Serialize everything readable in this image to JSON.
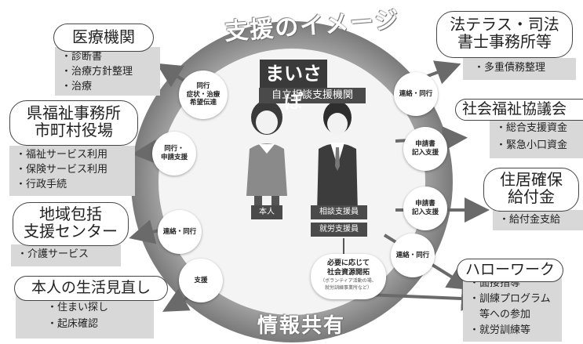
{
  "title": "支援のイメージ",
  "footer": "情報共有",
  "center": {
    "org_title": "まいさぽ",
    "org_sub": "自立相談支援機関",
    "person_label": "本人",
    "staff_label_1": "相談支援員",
    "staff_label_2": "就労支援員",
    "resource_title_1": "必要に応じて",
    "resource_title_2": "社会資源開拓",
    "resource_note_1": "（ボランティア活動の場、",
    "resource_note_2": "就労訓練事業所など）"
  },
  "left": [
    {
      "name": "医療機関",
      "items": [
        "・診断書",
        "・治療方針整理",
        "・治療"
      ],
      "connector": "同行\n症状・治療\n希望伝達"
    },
    {
      "name_1": "県福祉事務所",
      "name_2": "市町村役場",
      "items": [
        "・福祉サービス利用",
        "・保険サービス利用",
        "・行政手続"
      ],
      "connector": "同行・\n申請支援"
    },
    {
      "name_1": "地域包括",
      "name_2": "支援センター",
      "items": [
        "・介護サービス"
      ],
      "connector": "連絡・同行"
    },
    {
      "name": "本人の生活見直し",
      "items": [
        "・住まい探し",
        "・起床確認"
      ],
      "connector": "支援"
    }
  ],
  "right": [
    {
      "name_1": "法テラス・司法",
      "name_2": "書士事務所等",
      "items": [
        "・多重債務整理"
      ],
      "connector": "連絡・同行"
    },
    {
      "name": "社会福祉協議会",
      "items": [
        "・総合支援資金",
        "・緊急小口資金"
      ],
      "connector": "申請書\n記入支援"
    },
    {
      "name_1": "住居確保",
      "name_2": "給付金",
      "items": [
        "・給付金支給"
      ],
      "connector": "申請書\n記入支援"
    },
    {
      "name": "ハローワーク",
      "items": [
        "・面接指導",
        "・訓練プログラム",
        "　等への参加",
        "・就労訓練等"
      ],
      "connector": "連絡・同行"
    }
  ],
  "colors": {
    "panel": "#d8d8d8",
    "ring": "#6a6a6a",
    "center": "#f4f4f4",
    "dark_label": "#444444"
  }
}
